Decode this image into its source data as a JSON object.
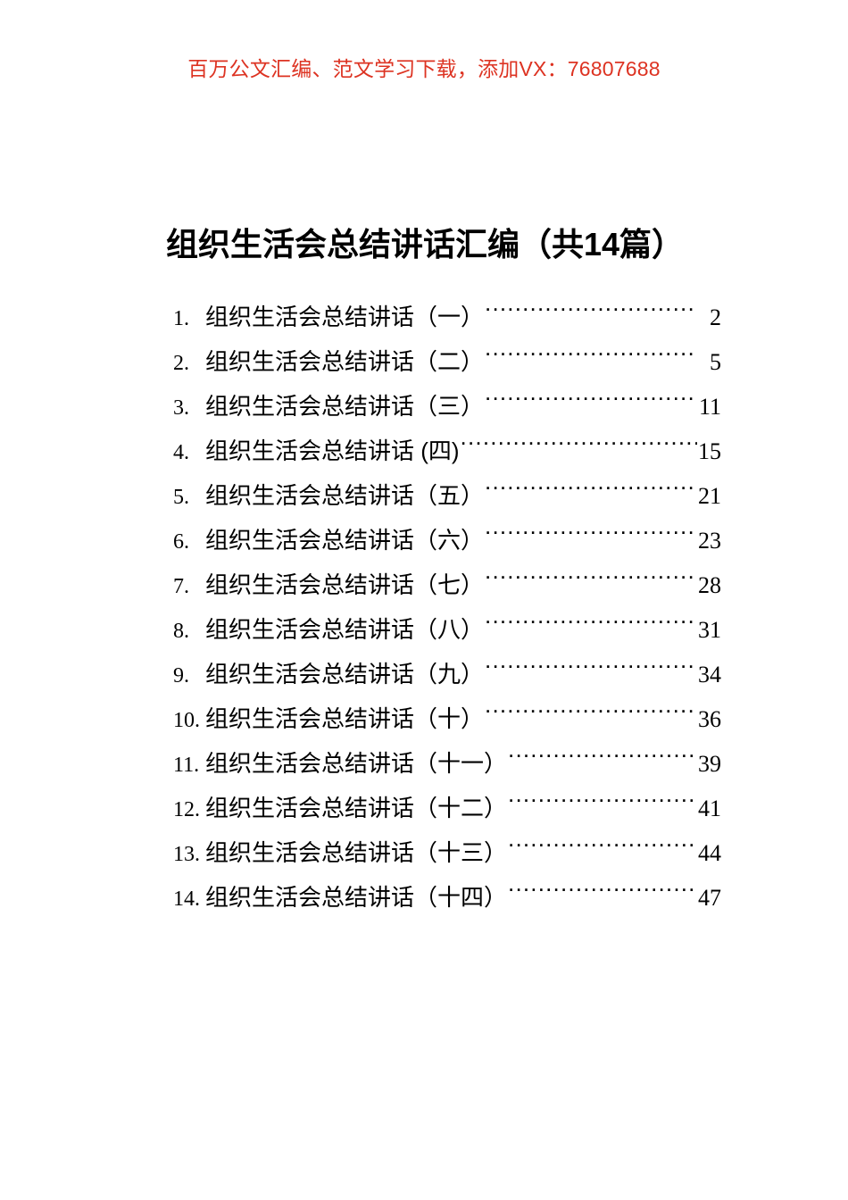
{
  "promo": {
    "text": "百万公文汇编、范文学习下载，添加VX：76807688",
    "color": "#dd3322"
  },
  "document": {
    "title": "组织生活会总结讲话汇编（共14篇）",
    "total_items": 14
  },
  "toc": {
    "entries": [
      {
        "num": "1.",
        "label": "组织生活会总结讲话（一）",
        "page": "2"
      },
      {
        "num": "2.",
        "label": "组织生活会总结讲话（二）",
        "page": "5"
      },
      {
        "num": "3.",
        "label": "组织生活会总结讲话（三）",
        "page": "11"
      },
      {
        "num": "4.",
        "label": "组织生活会总结讲话 (四)",
        "page": "15"
      },
      {
        "num": "5.",
        "label": "组织生活会总结讲话（五）",
        "page": "21"
      },
      {
        "num": "6.",
        "label": "组织生活会总结讲话（六）",
        "page": "23"
      },
      {
        "num": "7.",
        "label": "组织生活会总结讲话（七）",
        "page": "28"
      },
      {
        "num": "8.",
        "label": "组织生活会总结讲话（八）",
        "page": "31"
      },
      {
        "num": "9.",
        "label": "组织生活会总结讲话（九）",
        "page": "34"
      },
      {
        "num": "10.",
        "label": "组织生活会总结讲话（十）",
        "page": "36"
      },
      {
        "num": "11.",
        "label": "组织生活会总结讲话（十一）",
        "page": "39"
      },
      {
        "num": "12.",
        "label": "组织生活会总结讲话（十二）",
        "page": "41"
      },
      {
        "num": "13.",
        "label": "组织生活会总结讲话（十三）",
        "page": "44"
      },
      {
        "num": "14.",
        "label": "组织生活会总结讲话（十四）",
        "page": "47"
      }
    ]
  }
}
